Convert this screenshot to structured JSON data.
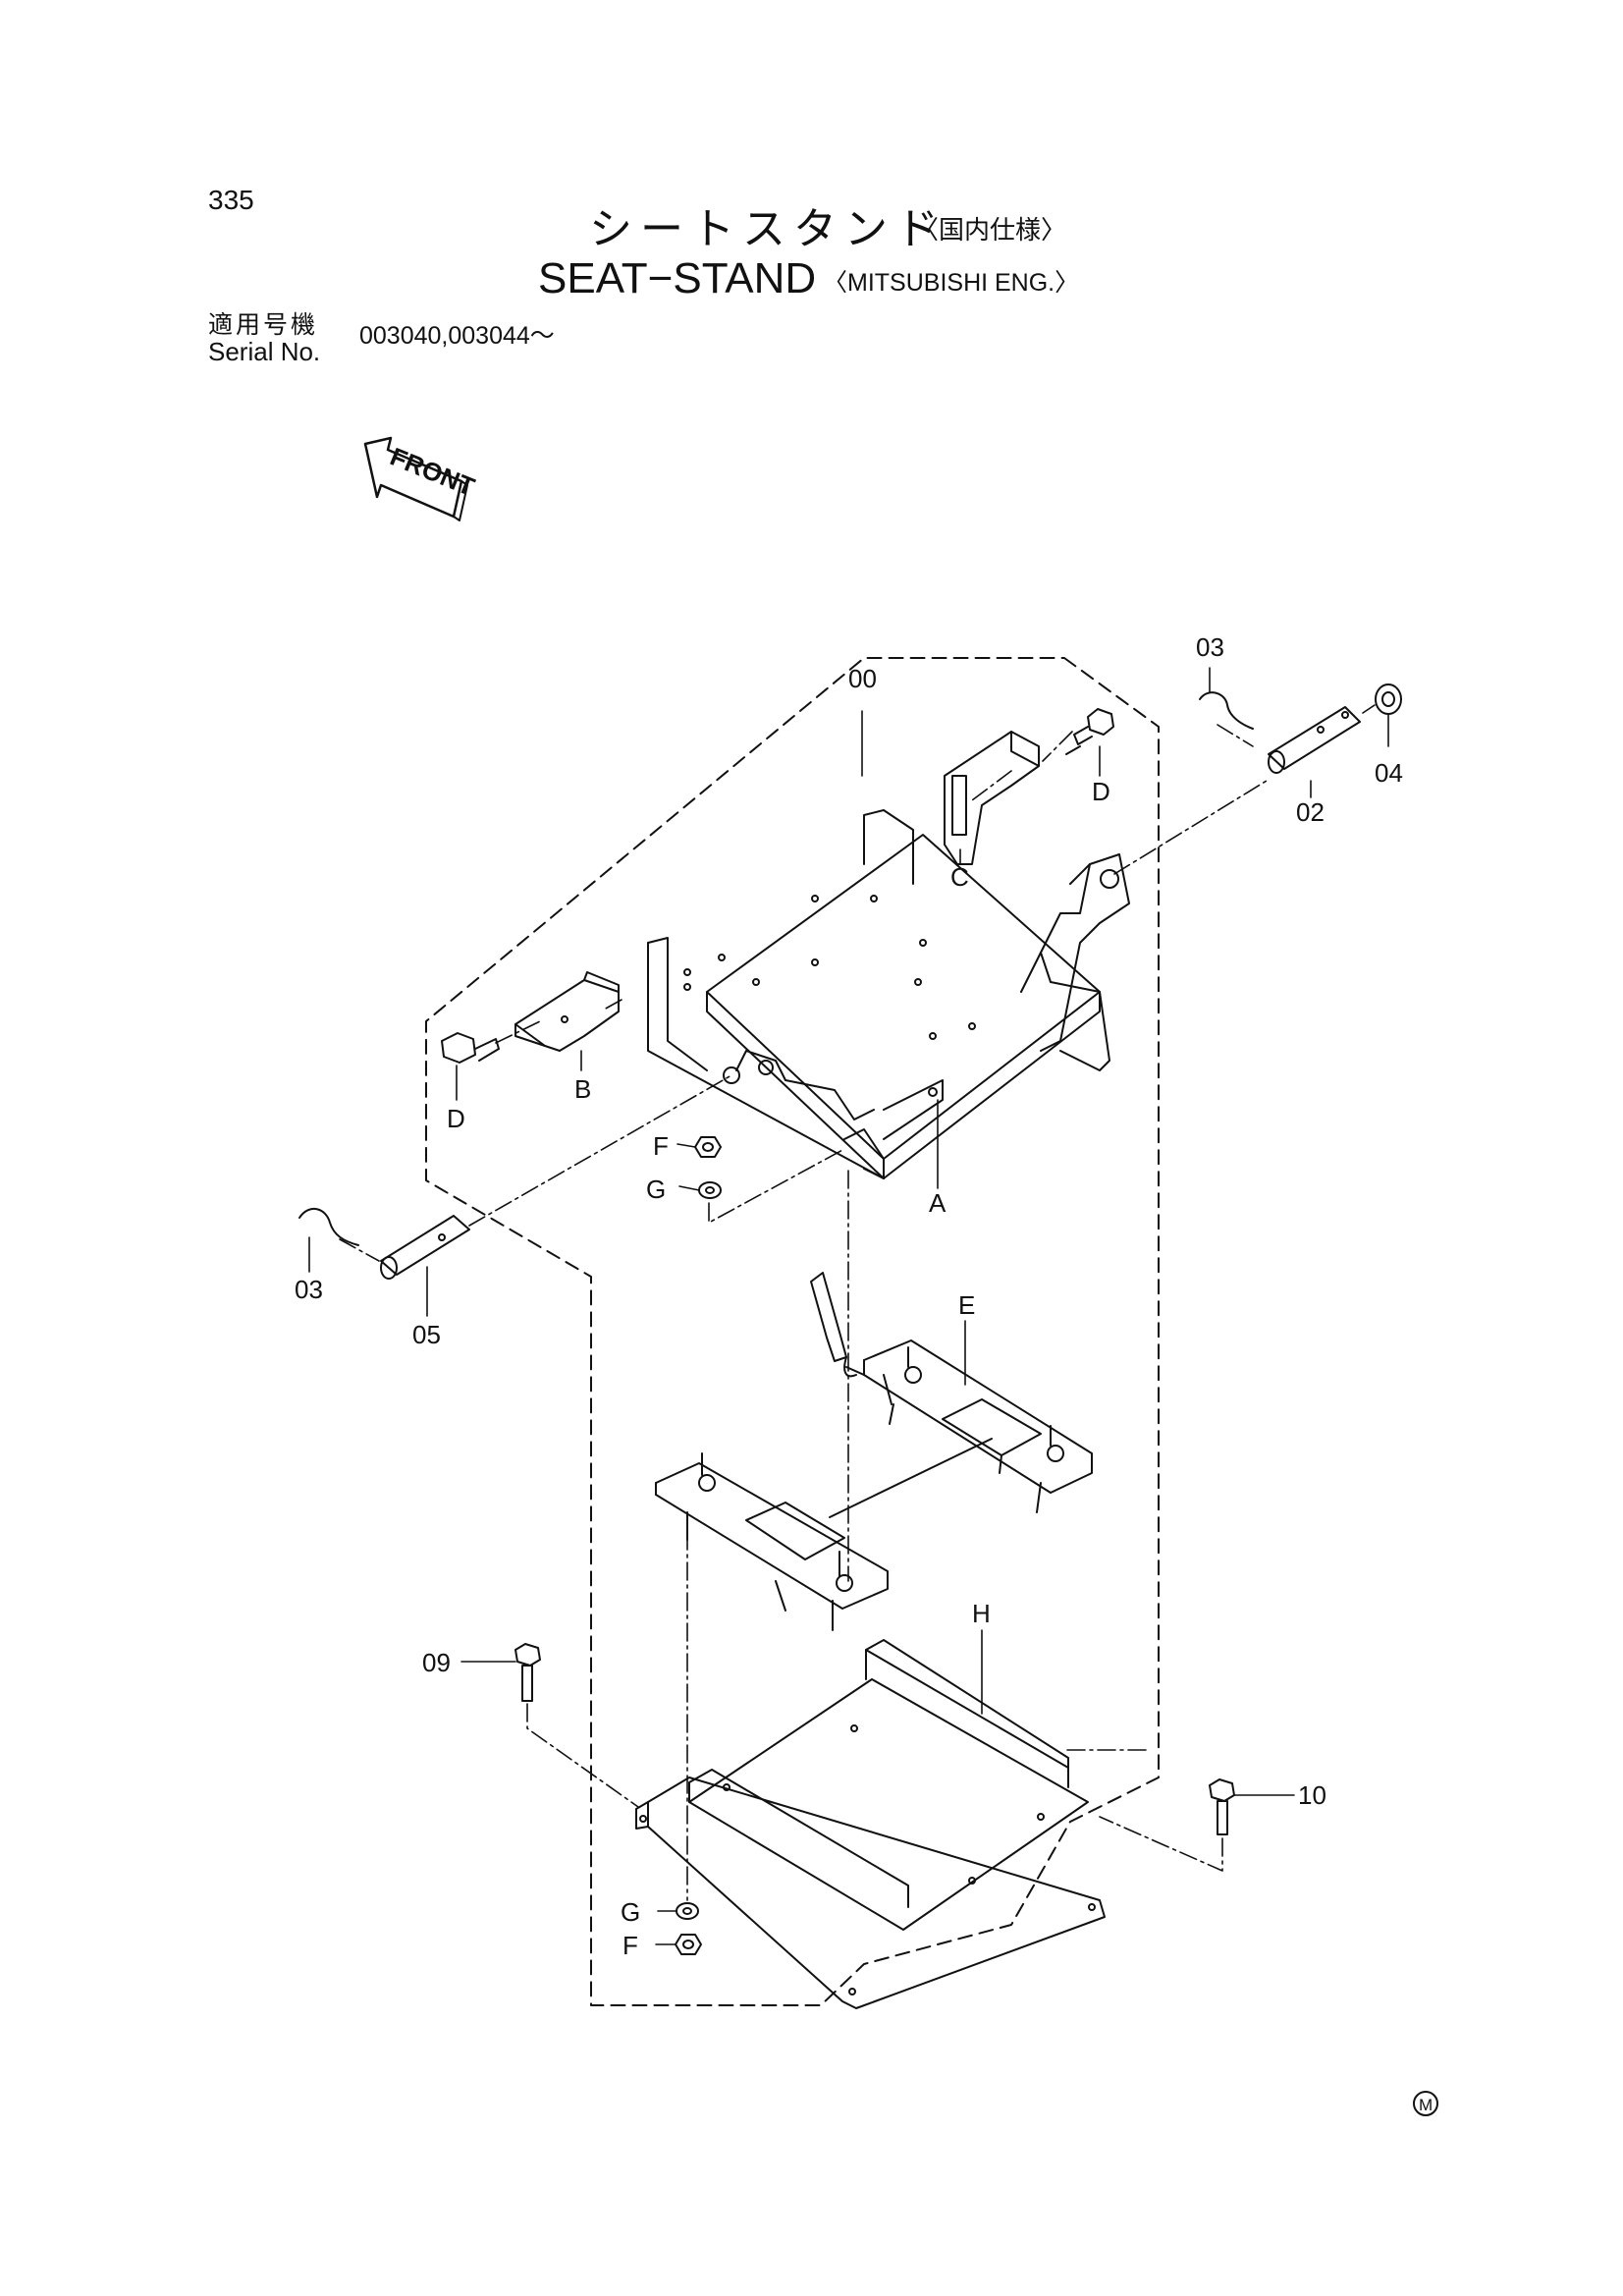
{
  "header": {
    "page_number": "335",
    "title_jp": "シートスタンド",
    "title_jp_spec": "〈国内仕様〉",
    "title_en": "SEAT−STAND",
    "title_en_spec": "〈MITSUBISHI  ENG.〉",
    "serial_label_jp": "適用号機",
    "serial_label_en": "Serial No.",
    "serial_value": "003040,003044～"
  },
  "diagram": {
    "front_label": "FRONT",
    "mark": "M",
    "callouts": {
      "00": "00",
      "02": "02",
      "03a": "03",
      "03b": "03",
      "04": "04",
      "05": "05",
      "09": "09",
      "10": "10",
      "A": "A",
      "B": "B",
      "C": "C",
      "Da": "D",
      "Db": "D",
      "E": "E",
      "Fa": "F",
      "Fb": "F",
      "Ga": "G",
      "Gb": "G",
      "H": "H"
    }
  }
}
